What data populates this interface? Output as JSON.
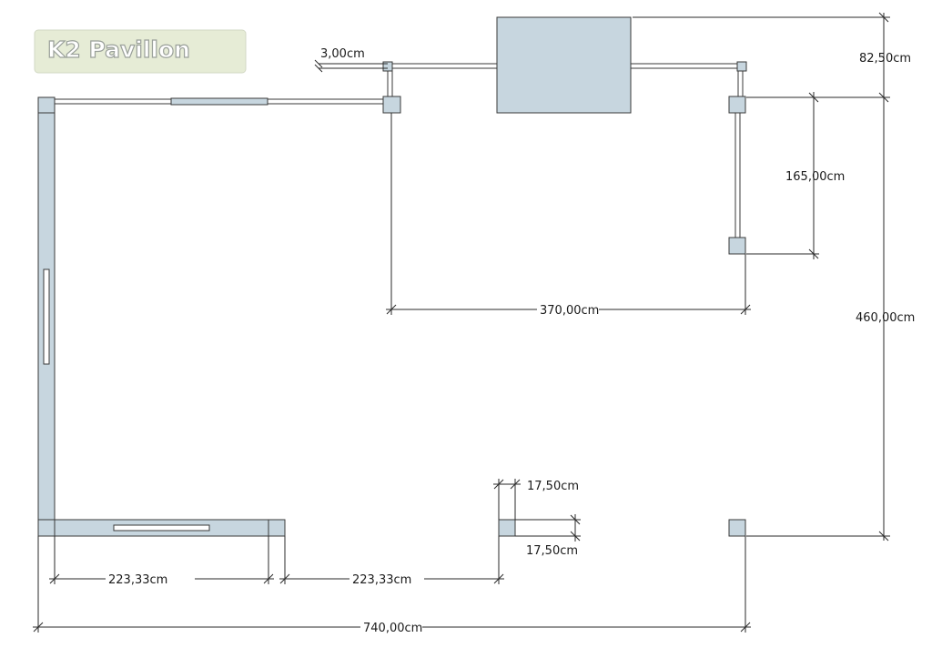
{
  "logo": {
    "text": "K2 Pavillon",
    "fill_color": "#ffffff",
    "outline_color": "#9aa09a",
    "background_color": "#e6ecd6"
  },
  "colors": {
    "element_fill": "#c7d6df",
    "line": "#3a3a3a",
    "background": "#ffffff"
  },
  "dimensions": {
    "rail_thickness": "3,00cm",
    "offset_top": "82,50cm",
    "side_span": "165,00cm",
    "inner_width": "370,00cm",
    "total_depth": "460,00cm",
    "post_width": "17,50cm",
    "post_depth": "17,50cm",
    "bay_left": "223,33cm",
    "bay_middle": "223,33cm",
    "total_width": "740,00cm"
  }
}
